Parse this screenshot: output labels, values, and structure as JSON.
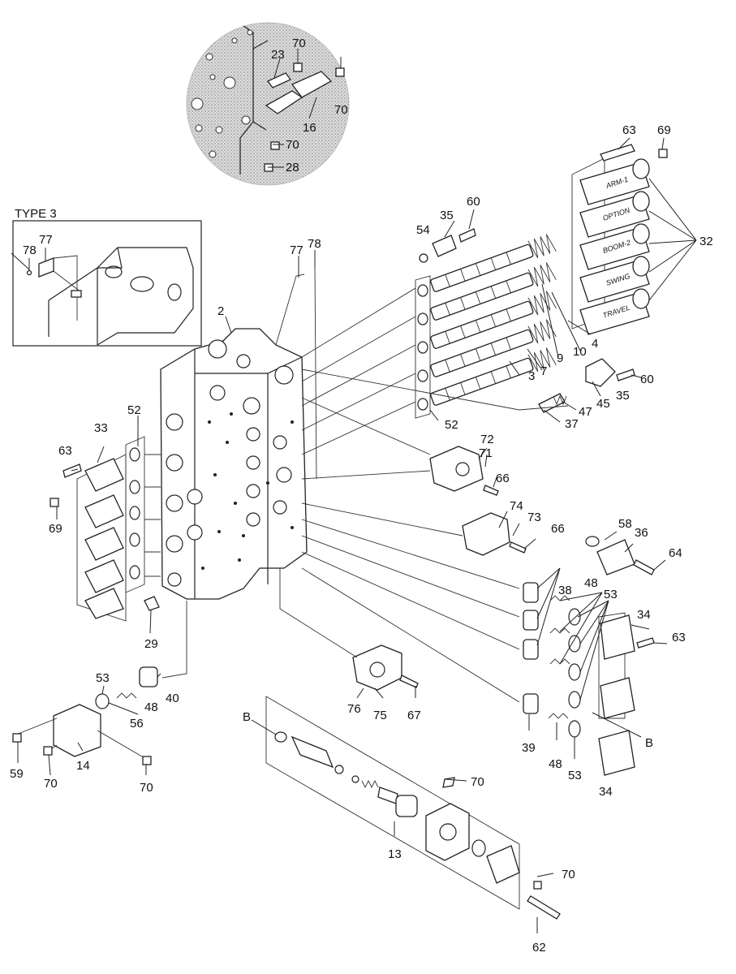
{
  "type3_box": {
    "title": "TYPE 3",
    "labels": [
      "78",
      "77"
    ]
  },
  "solenoid_labels": [
    "ARM-1",
    "OPTION",
    "BOOM-2",
    "SWING",
    "TRAVEL"
  ],
  "detail": {
    "labels": [
      "70",
      "23",
      "70",
      "16",
      "70",
      "28"
    ]
  },
  "callouts": [
    {
      "t": "2"
    },
    {
      "t": "77"
    },
    {
      "t": "78"
    },
    {
      "t": "54"
    },
    {
      "t": "35"
    },
    {
      "t": "60"
    },
    {
      "t": "63"
    },
    {
      "t": "69"
    },
    {
      "t": "32"
    },
    {
      "t": "4"
    },
    {
      "t": "10"
    },
    {
      "t": "9"
    },
    {
      "t": "7"
    },
    {
      "t": "3"
    },
    {
      "t": "52"
    },
    {
      "t": "60"
    },
    {
      "t": "35"
    },
    {
      "t": "45"
    },
    {
      "t": "47"
    },
    {
      "t": "37"
    },
    {
      "t": "52"
    },
    {
      "t": "33"
    },
    {
      "t": "63"
    },
    {
      "t": "69"
    },
    {
      "t": "72"
    },
    {
      "t": "71"
    },
    {
      "t": "66"
    },
    {
      "t": "74"
    },
    {
      "t": "73"
    },
    {
      "t": "66"
    },
    {
      "t": "58"
    },
    {
      "t": "36"
    },
    {
      "t": "64"
    },
    {
      "t": "38"
    },
    {
      "t": "48"
    },
    {
      "t": "53"
    },
    {
      "t": "34"
    },
    {
      "t": "63"
    },
    {
      "t": "29"
    },
    {
      "t": "40"
    },
    {
      "t": "53"
    },
    {
      "t": "48"
    },
    {
      "t": "56"
    },
    {
      "t": "76"
    },
    {
      "t": "75"
    },
    {
      "t": "67"
    },
    {
      "t": "39"
    },
    {
      "t": "48"
    },
    {
      "t": "53"
    },
    {
      "t": "B"
    },
    {
      "t": "B"
    },
    {
      "t": "34"
    },
    {
      "t": "59"
    },
    {
      "t": "14"
    },
    {
      "t": "70"
    },
    {
      "t": "70"
    },
    {
      "t": "70"
    },
    {
      "t": "13"
    },
    {
      "t": "70"
    },
    {
      "t": "62"
    }
  ]
}
